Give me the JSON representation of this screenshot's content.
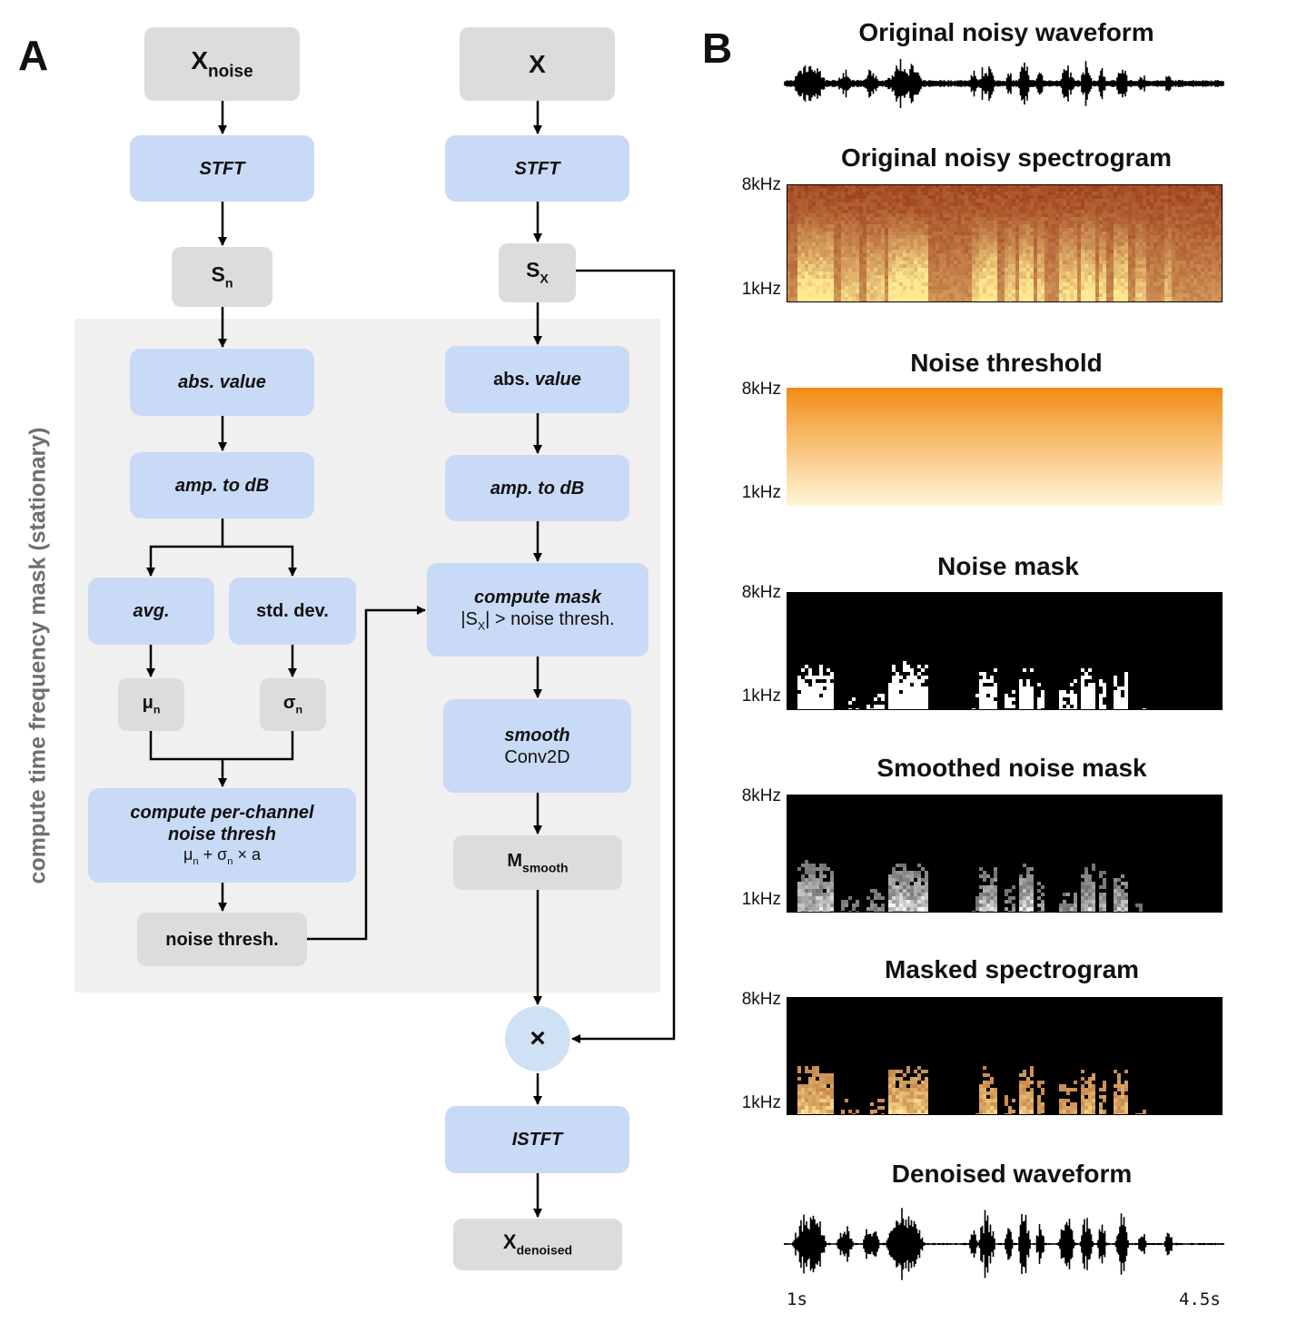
{
  "panel_a": {
    "letter": "A",
    "shaded_label": "compute time frequency mask (stationary)",
    "left": {
      "input": {
        "main": "X",
        "sub": "noise"
      },
      "stft": "STFT",
      "sn": {
        "main": "S",
        "sub": "n"
      },
      "abs": "abs. value",
      "db": "amp. to dB",
      "avg": "avg.",
      "std": "std. dev.",
      "mu": {
        "main": "μ",
        "sub": "n"
      },
      "sigma": {
        "main": "σ",
        "sub": "n"
      },
      "thresh_line1": "compute per-channel",
      "thresh_line2": "noise thresh",
      "thresh_formula": {
        "a": "μ",
        "a_sub": "n",
        "b": " + σ",
        "b_sub": "n",
        "c": " × a"
      },
      "noise_thresh": "noise thresh."
    },
    "right": {
      "input": "X",
      "stft": "STFT",
      "sx": {
        "main": "S",
        "sub": "X"
      },
      "abs_a": "abs. ",
      "abs_b": "value",
      "db": "amp. to dB",
      "mask_title": "compute mask",
      "mask_formula": {
        "a": "|S",
        "a_sub": "X",
        "b": "| > noise thresh."
      },
      "smooth_title": "smooth",
      "smooth_sub": "Conv2D",
      "msmooth": {
        "main": "M",
        "sub": "smooth"
      },
      "multiply": "×",
      "istft": "ISTFT",
      "output": {
        "main": "X",
        "sub": "denoised"
      }
    }
  },
  "panel_b": {
    "letter": "B",
    "titles": {
      "waveform": "Original noisy waveform",
      "spectrogram": "Original noisy spectrogram",
      "threshold": "Noise threshold",
      "mask": "Noise mask",
      "smoothed": "Smoothed noise mask",
      "masked": "Masked spectrogram",
      "denoised": "Denoised waveform"
    },
    "freq_top": "8kHz",
    "freq_bottom": "1kHz",
    "time_start": "1s",
    "time_end": "4.5s",
    "colors": {
      "black": "#000000",
      "spec_dark": "#8a1d05",
      "spec_bright": "#ffe890",
      "thresh_top": "#f28a12",
      "thresh_bottom": "#fff6d8"
    }
  }
}
